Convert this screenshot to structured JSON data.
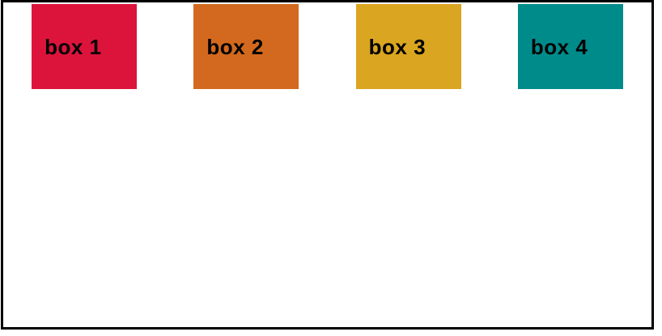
{
  "container": {
    "border_color": "#000000",
    "background": "#ffffff"
  },
  "text_color": "#000000",
  "boxes": [
    {
      "label": "box 1",
      "color": "#dc143c"
    },
    {
      "label": "box 2",
      "color": "#d2691e"
    },
    {
      "label": "box 3",
      "color": "#daa520"
    },
    {
      "label": "box 4",
      "color": "#008b8b"
    }
  ]
}
